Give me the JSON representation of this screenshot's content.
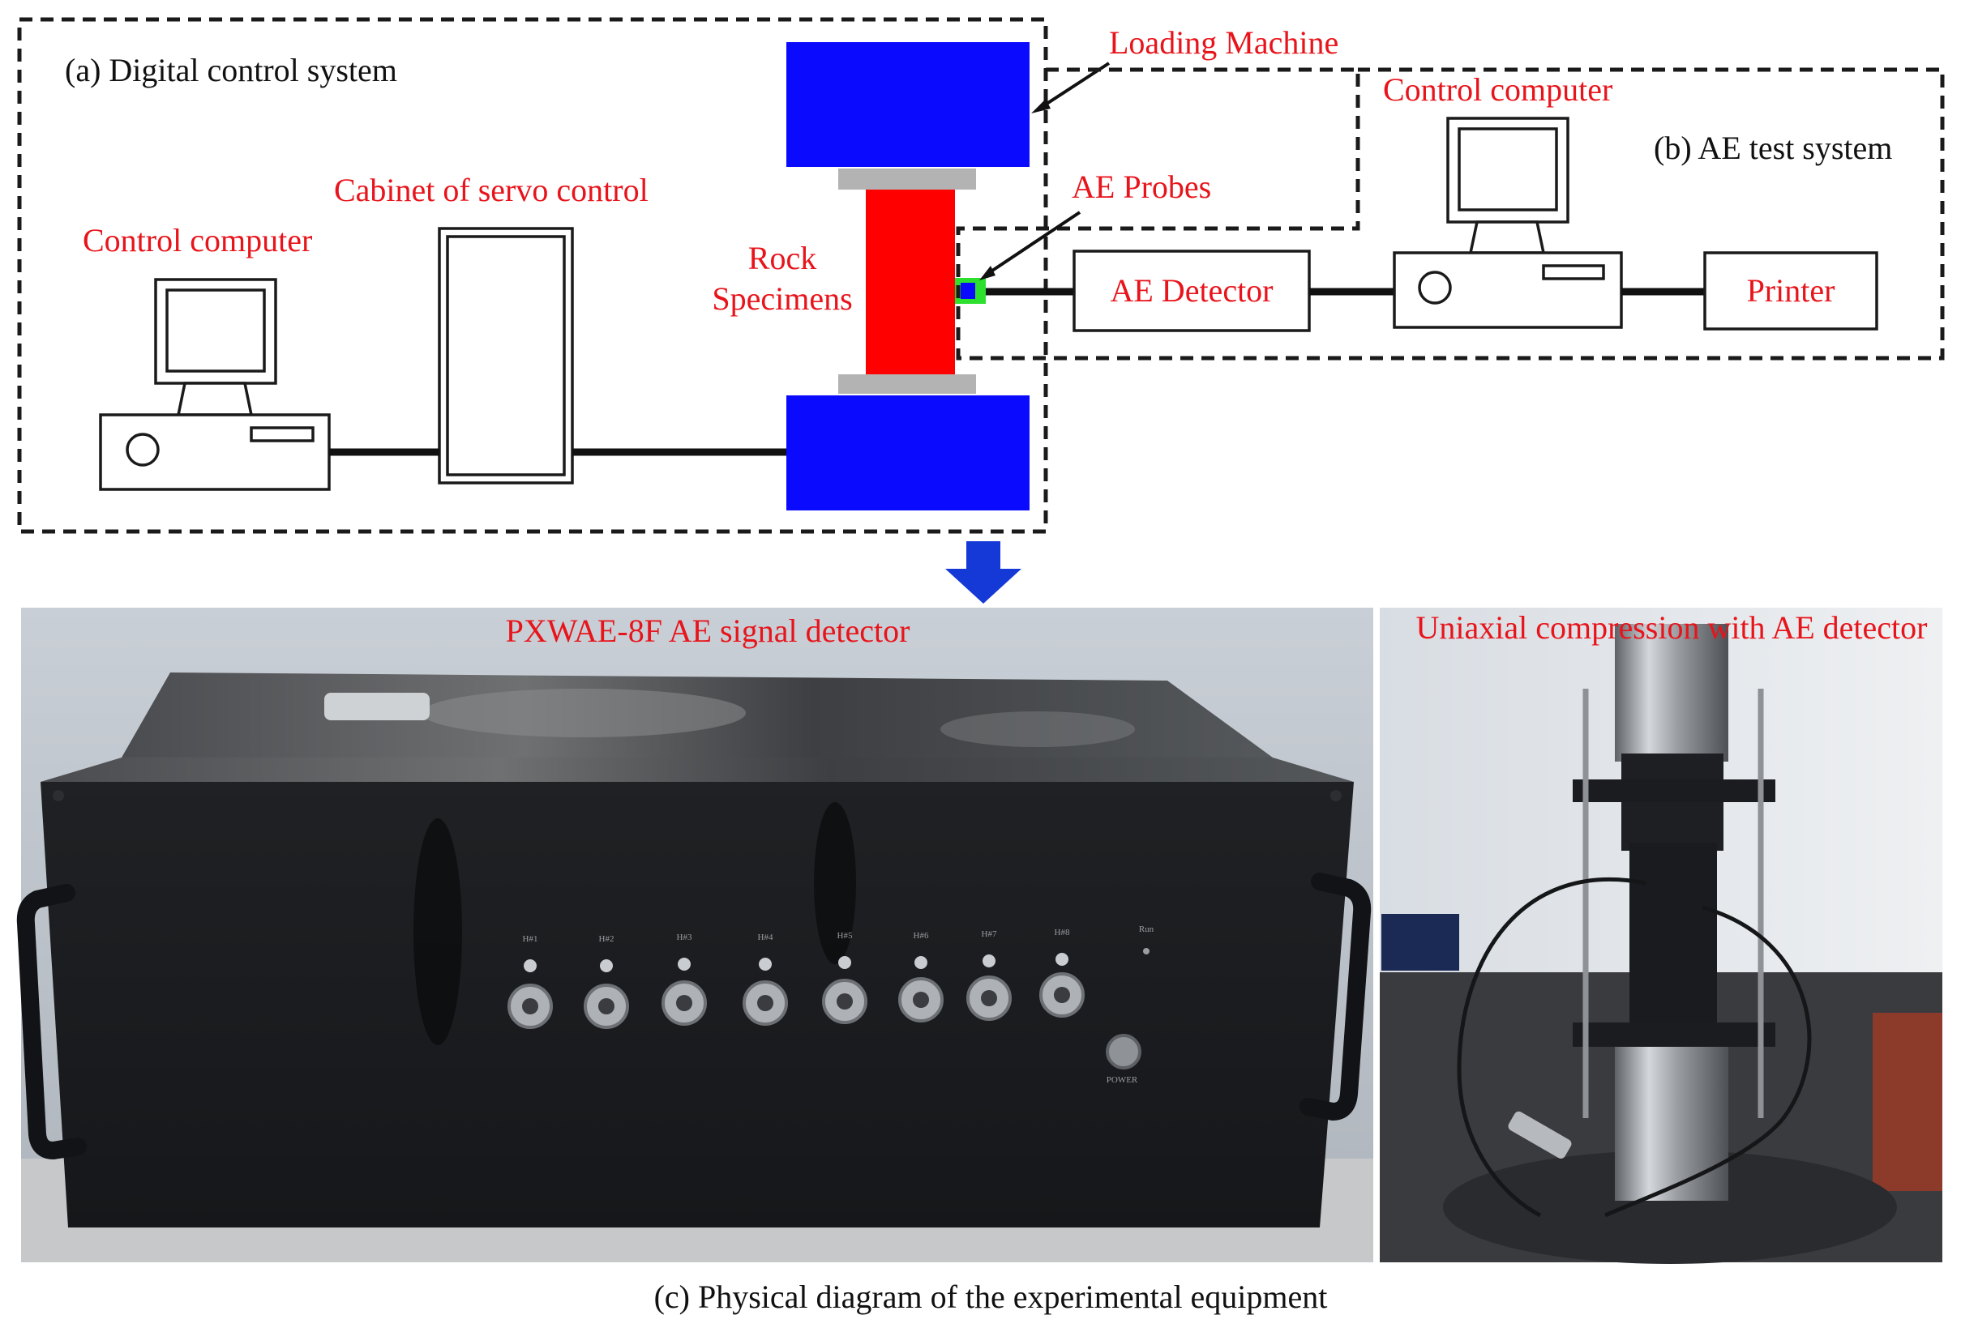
{
  "diagram": {
    "panel_a_title": "(a) Digital control system",
    "panel_b_title": "(b) AE test system",
    "panel_c_caption": "(c) Physical diagram of the experimental equipment",
    "labels": {
      "loading_machine": "Loading Machine",
      "control_computer_a": "Control computer",
      "cabinet": "Cabinet of servo control",
      "rock_line1": "Rock",
      "rock_line2": "Specimens",
      "ae_probes": "AE Probes",
      "control_computer_b": "Control computer",
      "ae_detector": "AE Detector",
      "printer": "Printer"
    },
    "photo_left_title": "PXWAE-8F AE signal detector",
    "photo_right_title": "Uniaxial compression with AE detector",
    "device": {
      "channels": [
        "H#1",
        "H#2",
        "H#3",
        "H#4",
        "H#5",
        "H#6",
        "H#7",
        "H#8"
      ],
      "run_label": "Run",
      "power_label": "POWER"
    }
  },
  "colors": {
    "label_red": "#e8141b",
    "machine_blue": "#0a0aff",
    "specimen_red": "#ff0000",
    "platen_gray": "#b3b3b3",
    "probe_green": "#2ee02e",
    "arrow_blue": "#1539d6"
  }
}
